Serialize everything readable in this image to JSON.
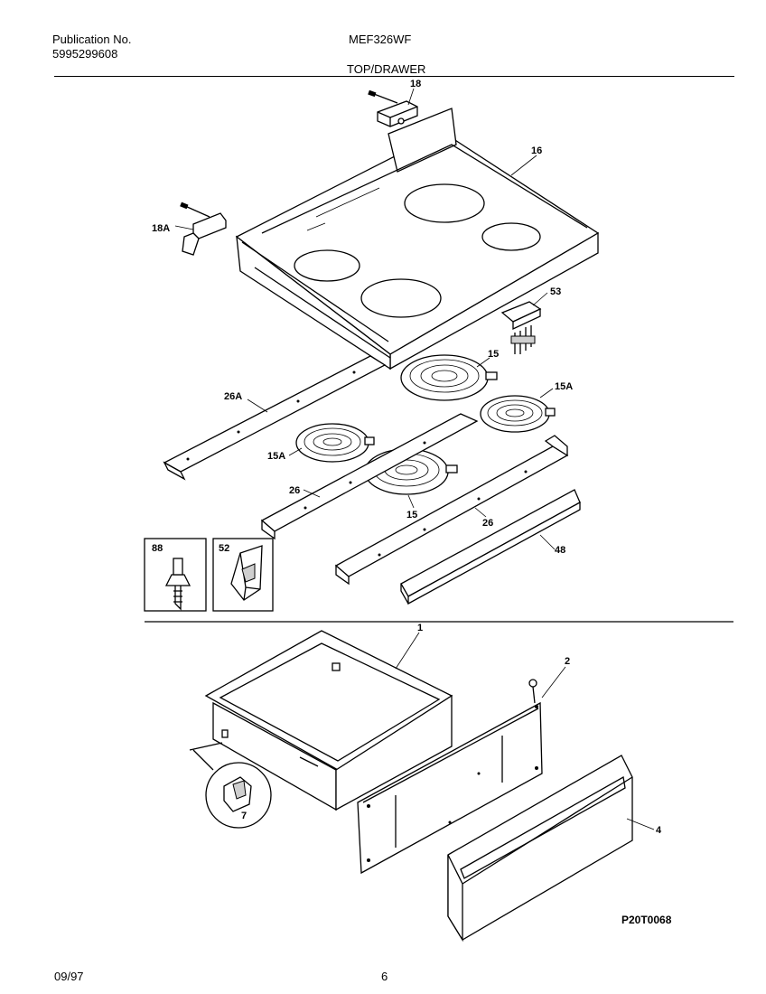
{
  "header": {
    "publication_label": "Publication No.",
    "publication_number": "5995299608",
    "model": "MEF326WF",
    "section_title": "TOP/DRAWER"
  },
  "callouts": {
    "p18": "18",
    "p16": "16",
    "p18a": "18A",
    "p53": "53",
    "p15_top": "15",
    "p15a_right": "15A",
    "p26a": "26A",
    "p15a_left": "15A",
    "p26_left": "26",
    "p15_bottom": "15",
    "p26_right": "26",
    "p48": "48",
    "p88": "88",
    "p52": "52",
    "p1": "1",
    "p2": "2",
    "p4": "4",
    "p7": "7"
  },
  "drawing_code": "P20T0068",
  "footer": {
    "date": "09/97",
    "page": "6"
  }
}
